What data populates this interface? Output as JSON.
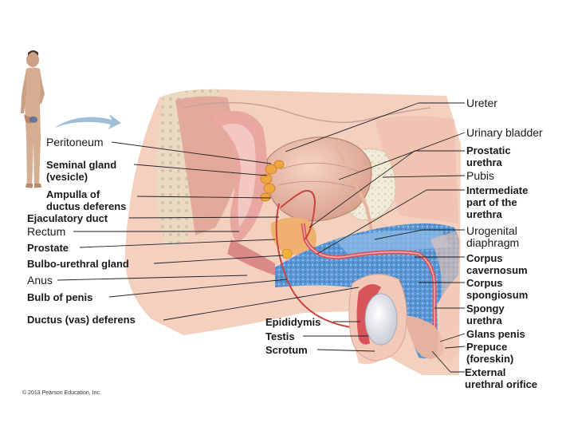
{
  "labels_left": {
    "peritoneum": "Peritoneum",
    "seminal_gland_1": "Seminal gland",
    "seminal_gland_2": "(vesicle)",
    "ampulla_1": "Ampulla of",
    "ampulla_2": "ductus deferens",
    "ejaculatory_duct": "Ejaculatory duct",
    "rectum": "Rectum",
    "prostate": "Prostate",
    "bulbo_urethral": "Bulbo-urethral gland",
    "anus": "Anus",
    "bulb_of_penis": "Bulb of penis",
    "ductus_deferens": "Ductus (vas) deferens"
  },
  "labels_bottom": {
    "epididymis": "Epididymis",
    "testis": "Testis",
    "scrotum": "Scrotum"
  },
  "labels_right": {
    "ureter": "Ureter",
    "urinary_bladder": "Urinary bladder",
    "prostatic_urethra_1": "Prostatic",
    "prostatic_urethra_2": "urethra",
    "pubis": "Pubis",
    "intermediate_1": "Intermediate",
    "intermediate_2": "part of the",
    "intermediate_3": "urethra",
    "urogenital_1": "Urogenital",
    "urogenital_2": "diaphragm",
    "corpus_cav_1": "Corpus",
    "corpus_cav_2": "cavernosum",
    "corpus_spong_1": "Corpus",
    "corpus_spong_2": "spongiosum",
    "spongy_1": "Spongy",
    "spongy_2": "urethra",
    "glans": "Glans penis",
    "prepuce_1": "Prepuce",
    "prepuce_2": "(foreskin)",
    "external_1": "External",
    "external_2": "urethral orifice"
  },
  "copyright": "© 2013 Pearson Education, Inc.",
  "colors": {
    "tissue": "#f3c9b4",
    "muscle": "#d98f86",
    "bone": "#f0ead8",
    "blue": "#4d8fd0",
    "urethra": "#d9535a"
  }
}
